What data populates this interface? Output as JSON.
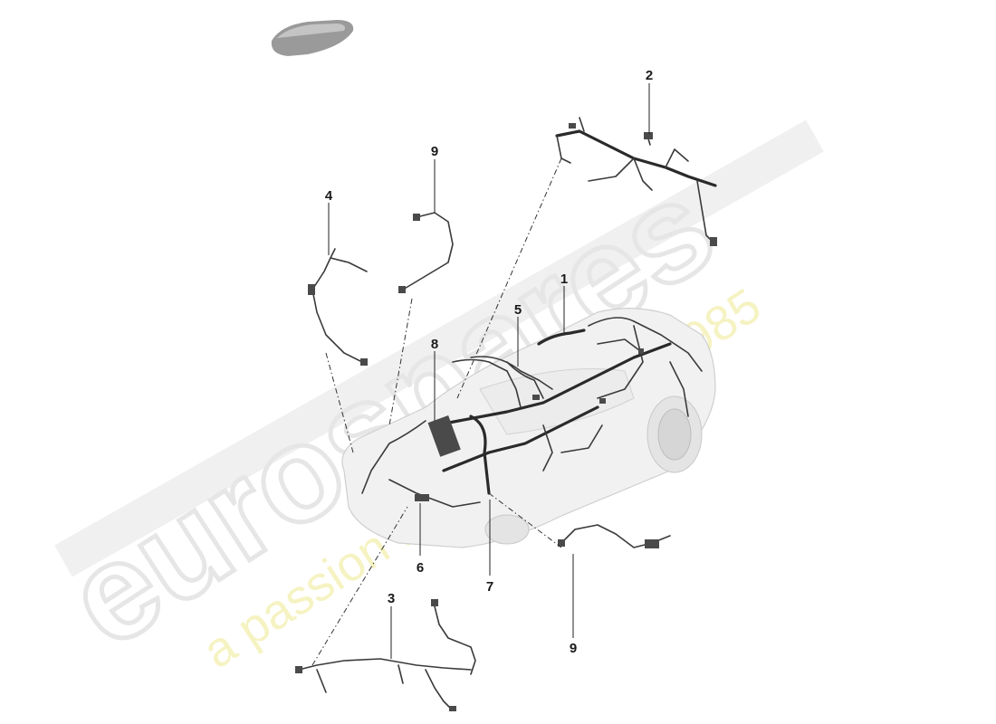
{
  "watermark": {
    "brand": "eurospares",
    "tagline": "a passion for parts since 1985"
  },
  "callouts": {
    "c1": "1",
    "c2": "2",
    "c3": "3",
    "c4": "4",
    "c5": "5",
    "c6": "6",
    "c7": "7",
    "c8": "8",
    "c9_top": "9",
    "c9_bottom": "9"
  }
}
